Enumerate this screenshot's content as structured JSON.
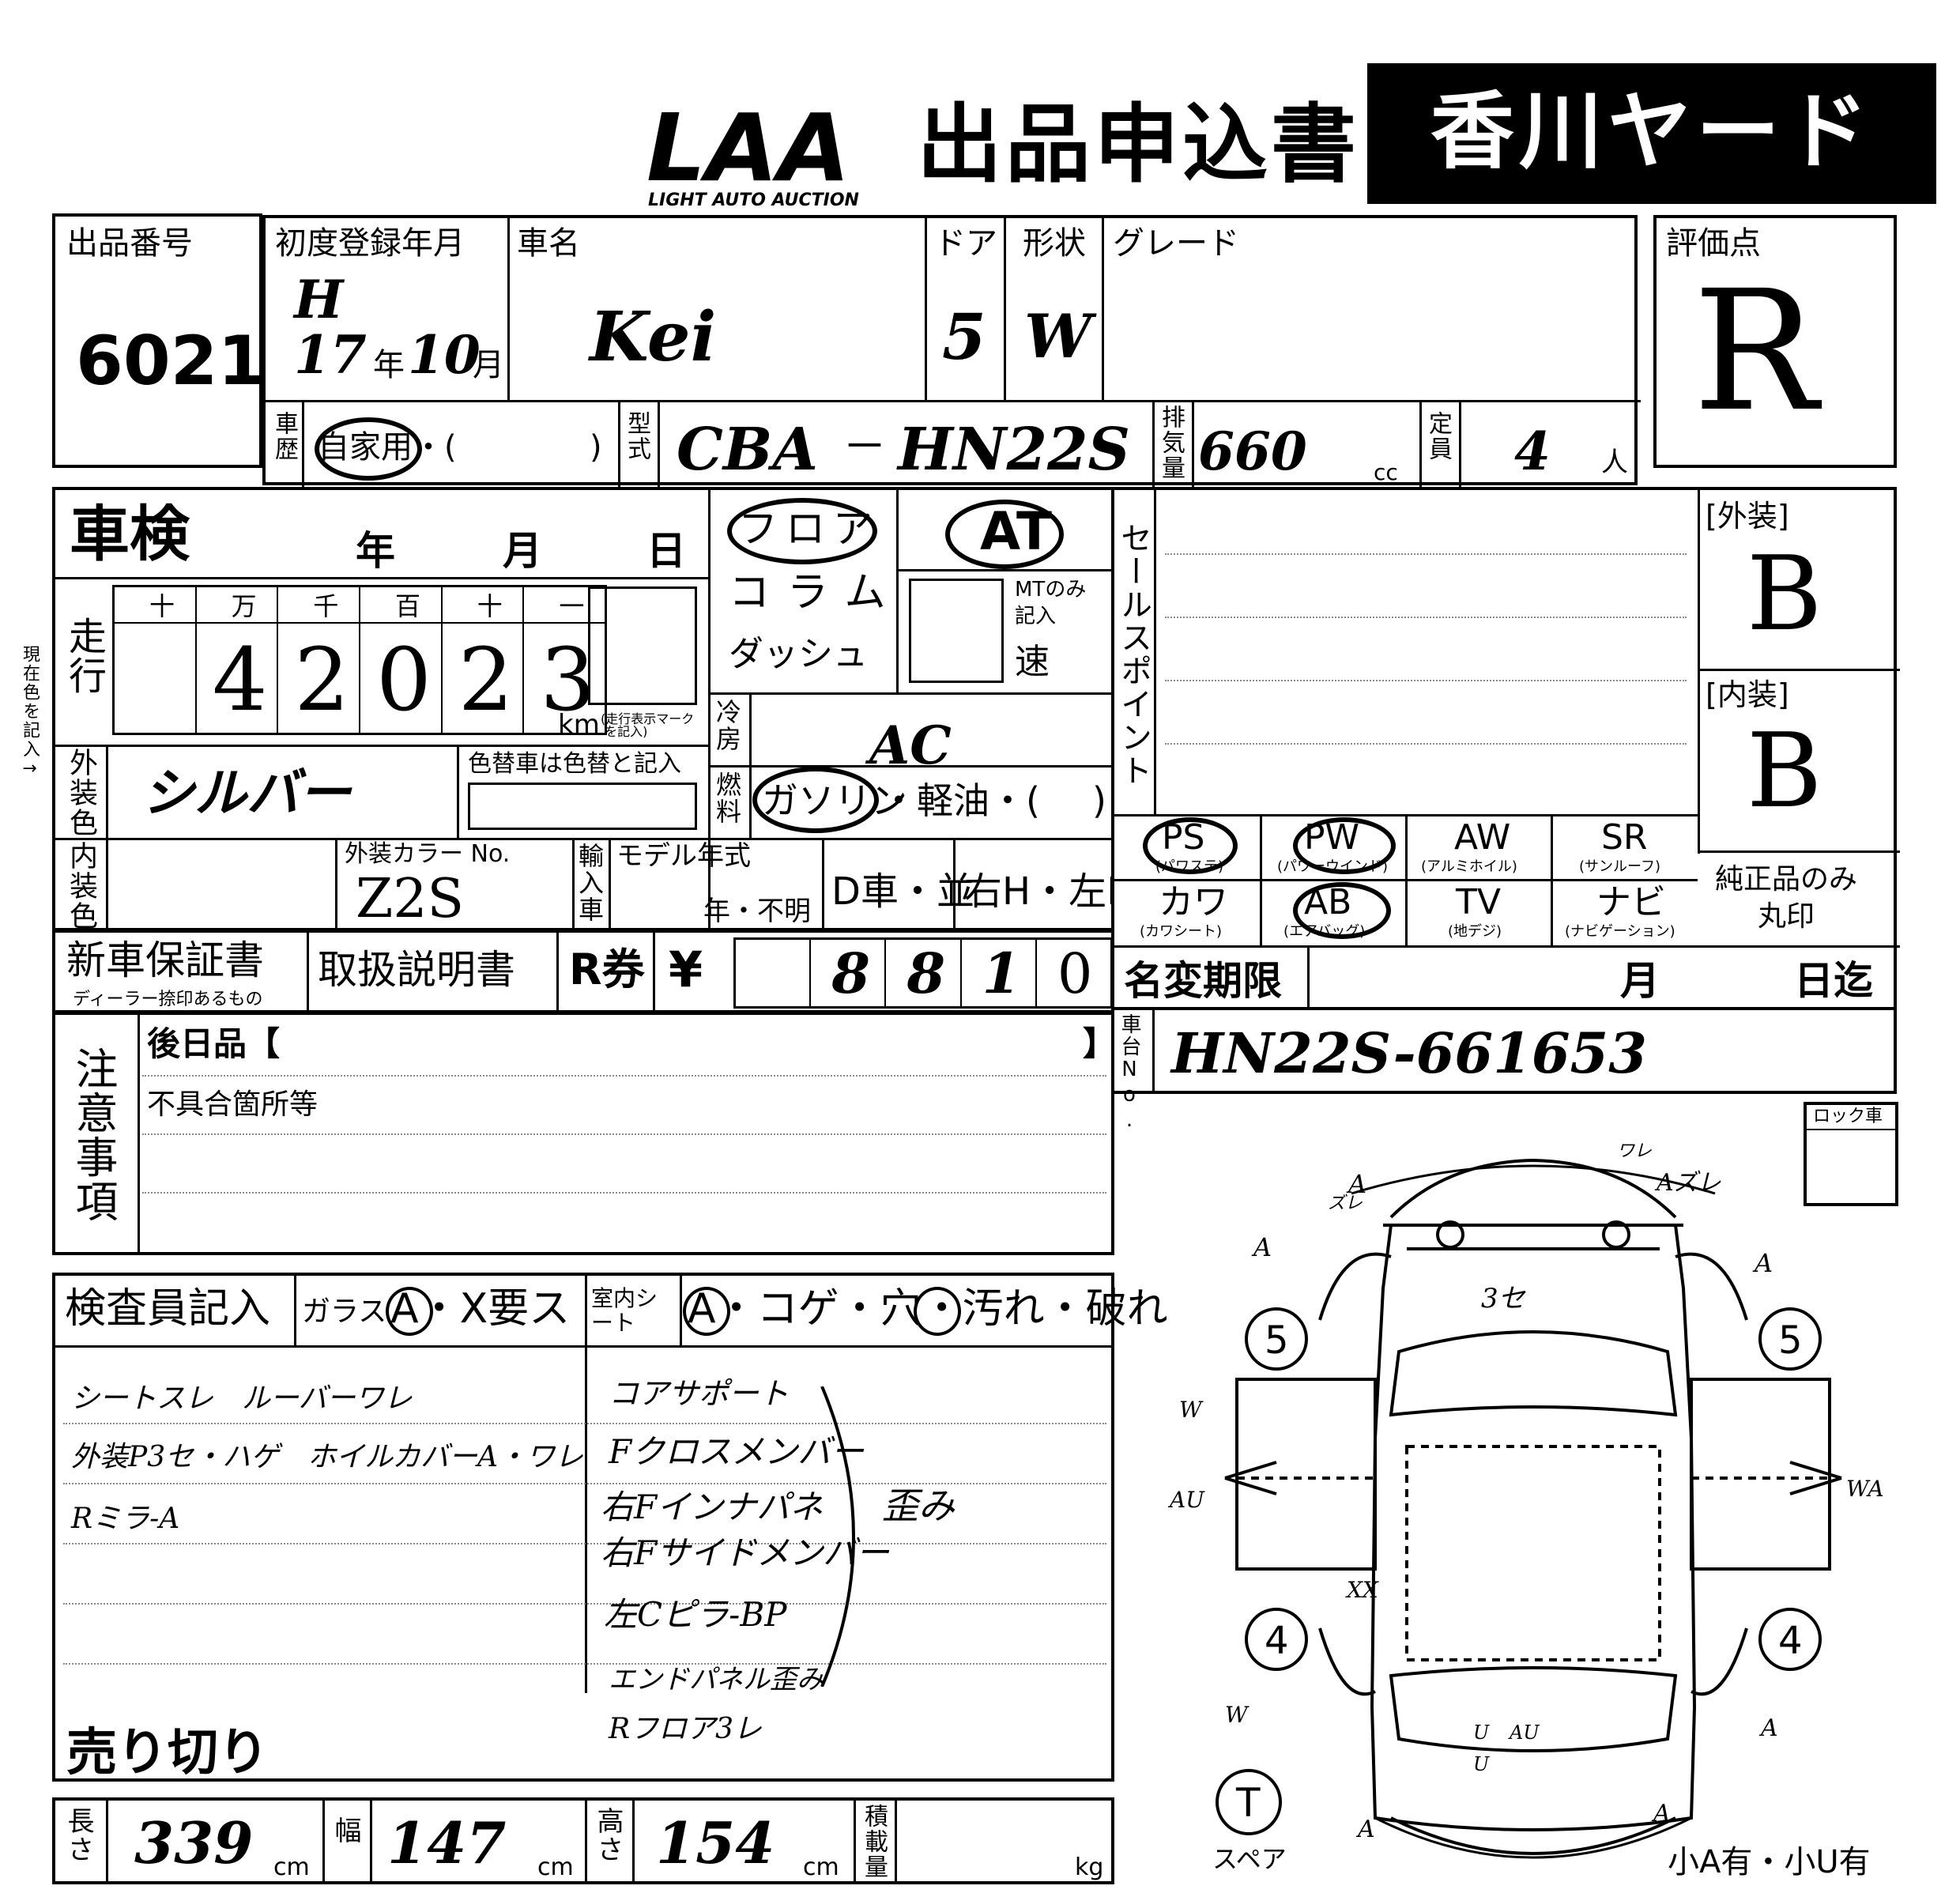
{
  "header": {
    "logo": "LAA",
    "logo_sub": "LIGHT AUTO AUCTION",
    "title": "出品申込書",
    "venue": "香川ヤード"
  },
  "row1": {
    "lot_label": "出品番号",
    "lot_value": "6021",
    "first_reg_label": "初度登録年月",
    "era": "H",
    "year": "17",
    "year_unit": "年",
    "month": "10",
    "month_unit": "月",
    "car_name_label": "車名",
    "car_name": "Kei",
    "door_label": "ドア",
    "door": "5",
    "shape_label": "形状",
    "shape": "W",
    "grade_label": "グレード",
    "score_label": "評価点",
    "score": "R"
  },
  "row2": {
    "history_label": "車歴",
    "history_value": "自家用・(",
    "history_close": ")",
    "model_label": "型式",
    "model_prefix": "CBA",
    "model_dash": "－",
    "model_code": "HN22S",
    "displacement_label": "排気量",
    "displacement": "660",
    "cc": "cc",
    "capacity_label": "定員",
    "capacity": "4",
    "person": "人"
  },
  "inspection": {
    "shaken_label": "車検",
    "year_label": "年",
    "month_label": "月",
    "day_label": "日",
    "mileage_label": "走行",
    "digit_headers": [
      "十",
      "万",
      "千",
      "百",
      "十",
      "一"
    ],
    "mileage_digits": [
      "",
      "4",
      "2",
      "0",
      "2",
      "3"
    ],
    "km": "km",
    "km_note": "(走行表示マーク\n を記入)",
    "shift_floor": "フロア",
    "shift_column": "コラム",
    "shift_dash": "ダッシュ",
    "transmission": "AT",
    "mt_note": "MTのみ\n記入",
    "speed": "速",
    "side_label": "現在色を記入→",
    "ext_color_label": "外装色",
    "ext_color": "シルバー",
    "repaint_label": "色替車は色替と記入",
    "aircon_label": "冷房",
    "aircon": "AC",
    "fuel_label": "燃料",
    "fuel_gas": "ガソリン",
    "fuel_diesel": "・軽油・(",
    "fuel_close": ")",
    "int_color_label": "内装色",
    "color_no_label": "外装カラー No.",
    "color_no": "Z2S",
    "import_label": "輸入車",
    "model_year_label": "モデル年式",
    "model_year_value": "年・不明",
    "dealer": "D車・並",
    "handle": "右H・左H"
  },
  "docs": {
    "warranty": "新車保証書",
    "warranty_sub": "ディーラー捺印あるもの",
    "manual": "取扱説明書",
    "recycle_label": "R券",
    "yen": "¥",
    "recycle_digits": [
      "",
      "8",
      "8",
      "1",
      "0"
    ]
  },
  "notes": {
    "label": "注意事項",
    "later_items": "後日品【",
    "later_close": "】",
    "defects": "不具合箇所等"
  },
  "sales": {
    "label": "セールスポイント",
    "exterior_label": "[外装]",
    "exterior": "B",
    "interior_label": "[内装]",
    "interior": "B",
    "options": [
      {
        "main": "PS",
        "sub": "(パワステ)"
      },
      {
        "main": "PW",
        "sub": "(パワーウインド)"
      },
      {
        "main": "AW",
        "sub": "(アルミホイル)"
      },
      {
        "main": "SR",
        "sub": "(サンルーフ)"
      },
      {
        "main": "カワ",
        "sub": "(カワシート)"
      },
      {
        "main": "AB",
        "sub": "(エアバッグ)"
      },
      {
        "main": "TV",
        "sub": "(地デジ)"
      },
      {
        "main": "ナビ",
        "sub": "(ナビゲーション)"
      }
    ],
    "genuine_only": "純正品のみ\n丸印"
  },
  "transfer": {
    "deadline_label": "名変期限",
    "month": "月",
    "day": "日迄",
    "chassis_label": "車台No.",
    "chassis": "HN22S-661653",
    "lock_label": "ロック車"
  },
  "inspector": {
    "label": "検査員記入",
    "glass_label": "ガラス",
    "glass_options": "A・X要ス",
    "seat_label": "室内シート",
    "seat_options": "A・コゲ・穴・汚れ・破れ",
    "notes_left": [
      "シートスレ　ルーバーワレ",
      "外装P3セ・ハゲ　ホイルカバーA・ワレ",
      "Rミラ-A"
    ],
    "notes_right": [
      "コアサポート",
      "Fクロスメンバー",
      "右Fインナパネ",
      "右Fサイドメンバー",
      "左Cピラ-BP",
      "エンドパネル歪み",
      "Rフロア3レ"
    ],
    "bracket_note": "歪み",
    "sold_out": "売り切り"
  },
  "dims": {
    "length_label": "長さ",
    "length": "339",
    "width_label": "幅",
    "width": "147",
    "height_label": "高さ",
    "height": "154",
    "cm": "cm",
    "load_label": "積載量",
    "kg": "kg"
  },
  "diagram": {
    "spare": "スペア",
    "spare_mark": "T",
    "footer": "小A有・小U有",
    "marks": [
      "A",
      "ズレ",
      "ワレ",
      "Aズレ",
      "A",
      "A",
      "3セ",
      "W",
      "AU",
      "WA",
      "XX",
      "W",
      "U",
      "AU",
      "U",
      "A",
      "A",
      "A"
    ],
    "tires": [
      "5",
      "5",
      "4",
      "4"
    ]
  }
}
